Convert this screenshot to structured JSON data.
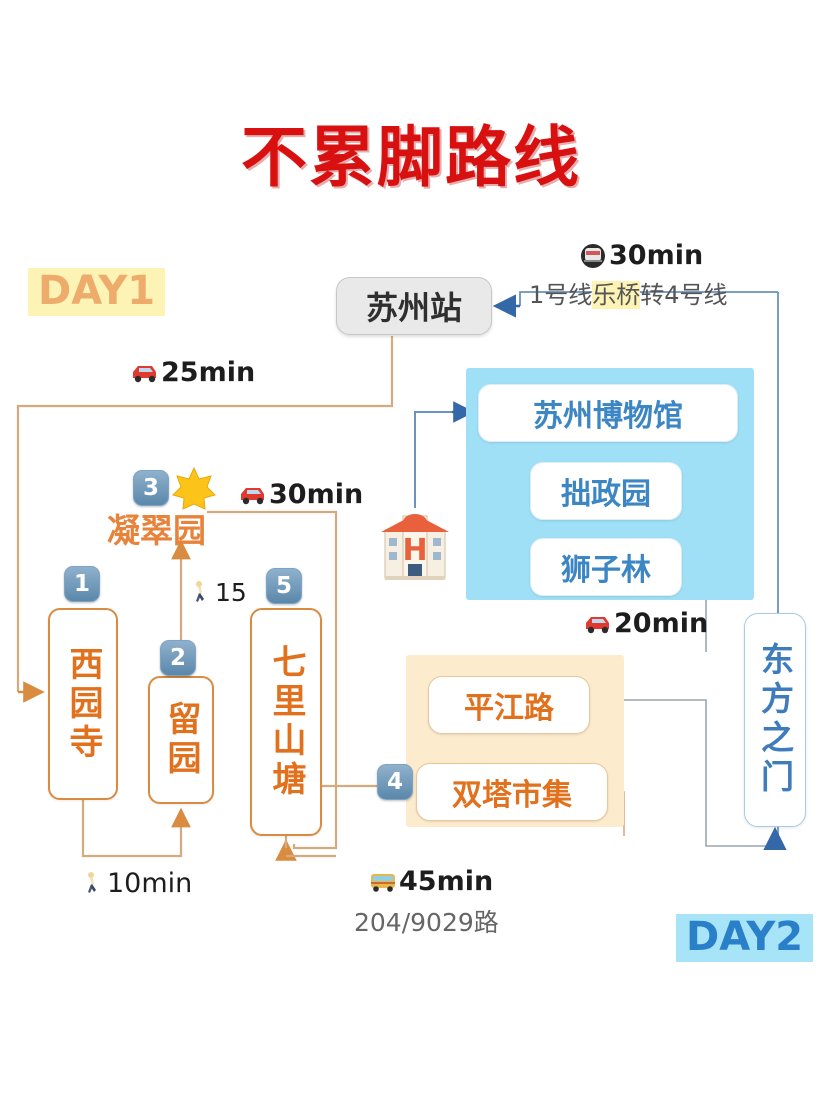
{
  "title": "不累脚路线",
  "days": {
    "day1_label": "DAY1",
    "day1_color": "#edab6c",
    "day1_highlight": "#fdf3b4",
    "day2_label": "DAY2",
    "day2_color": "#2a7fc9",
    "day2_highlight": "#a7e4f7"
  },
  "nodes": {
    "station": "苏州站",
    "xiyuansi": "西园寺",
    "liuyuan": "留园",
    "ningcuiyuan": "凝翠园",
    "qilishantang": "七里山塘",
    "museum": "苏州博物馆",
    "zhuozhengyuan": "拙政园",
    "shizilin": "狮子林",
    "pingjianglu": "平江路",
    "shuangtashiji": "双塔市集",
    "dongfangzhimen": "东方之门",
    "hotel_icon": "hotel-icon"
  },
  "badges": {
    "b1": "1",
    "b2": "2",
    "b3": "3",
    "b4": "4",
    "b5": "5"
  },
  "transit": {
    "metro": {
      "icon": "metro-icon",
      "duration": "30min",
      "line_prefix": "1号线",
      "line_transfer": "乐桥",
      "line_suffix": "转4号线"
    },
    "car25": {
      "icon": "car-icon",
      "duration": "25min"
    },
    "car30": {
      "icon": "car-icon",
      "duration": "30min"
    },
    "car20": {
      "icon": "car-icon",
      "duration": "20min"
    },
    "walk15": {
      "icon": "walk-icon",
      "duration": "15"
    },
    "walk10": {
      "icon": "walk-icon",
      "duration": "10min"
    },
    "bus45": {
      "icon": "bus-icon",
      "duration": "45min",
      "route": "204/9029路"
    }
  },
  "colors": {
    "title_red": "#d81010",
    "orange_line": "#d98c3f",
    "orange_text": "#e2711d",
    "blue_line": "#6a93bd",
    "blue_text": "#3c86c4",
    "panel_blue": "#9fe0f6",
    "panel_orange": "#fcebcd",
    "badge_blue": "#5b87ab"
  }
}
